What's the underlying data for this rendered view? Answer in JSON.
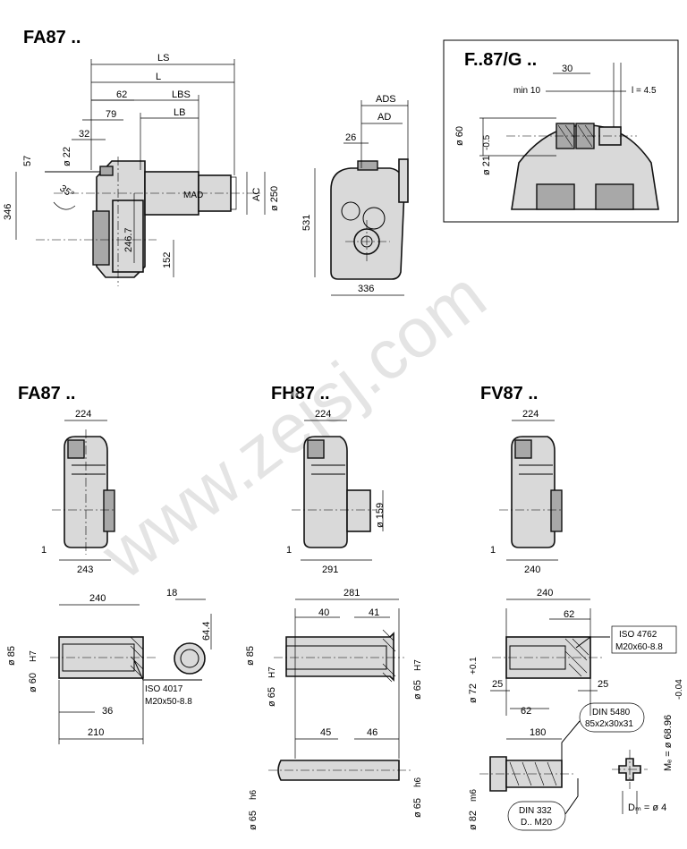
{
  "titles": {
    "fa87_top": "FA87 ..",
    "f87g": "F..87/G ..",
    "fa87": "FA87 ..",
    "fh87": "FH87 ..",
    "fv87": "FV87 .."
  },
  "watermark": "www.zejsj.com",
  "motor_label": "MAD",
  "main_view": {
    "ls": "LS",
    "l": "L",
    "lbs": "LBS",
    "lb": "LB",
    "d62": "62",
    "d79": "79",
    "d32": "32",
    "d57": "57",
    "d22": "ø 22",
    "d35": "35°",
    "d346": "346",
    "d2467": "246.7",
    "d152": "152",
    "ac": "AC",
    "d250": "ø 250"
  },
  "side_view": {
    "ads": "ADS",
    "ad": "AD",
    "d26": "26",
    "d531": "531",
    "d336": "336"
  },
  "g_detail": {
    "d30": "30",
    "min10": "min 10",
    "l45": "l = 4.5",
    "d60": "ø 60",
    "d21": "ø 21",
    "tol": "-0.5"
  },
  "fa87": {
    "d224": "224",
    "d1": "1",
    "d243": "243",
    "d240": "240",
    "d18": "18",
    "d644": "64.4",
    "d85": "ø 85",
    "d60": "ø 60",
    "h7": "H7",
    "iso_a": "ISO 4017",
    "iso_b": "M20x50-8.8",
    "d36": "36",
    "d210": "210"
  },
  "fh87": {
    "d224": "224",
    "d159": "ø 159",
    "d1": "1",
    "d291": "291",
    "d281": "281",
    "d40": "40",
    "d41": "41",
    "d85": "ø 85",
    "d65a": "ø 65",
    "d65b": "ø 65",
    "h7": "H7",
    "d45": "45",
    "d46": "46",
    "d65c": "ø 65",
    "d65d": "ø 65",
    "h6": "h6"
  },
  "fv87": {
    "d224": "224",
    "d1": "1",
    "d240a": "240",
    "d240b": "240",
    "d62a": "62",
    "iso_a": "ISO 4762",
    "iso_b": "M20x60-8.8",
    "d72": "ø 72",
    "tol72": "+0.1",
    "d25a": "25",
    "d25b": "25",
    "d62b": "62",
    "me": "Mₑ = ø 68.96",
    "tolme": "-0.04",
    "din5480_a": "DIN 5480",
    "din5480_b": "85x2x30x31",
    "d180": "180",
    "d82": "ø 82",
    "m6": "m6",
    "din332_a": "DIN 332",
    "din332_b": "D.. M20",
    "dm": "Dₘ = ø 4"
  }
}
